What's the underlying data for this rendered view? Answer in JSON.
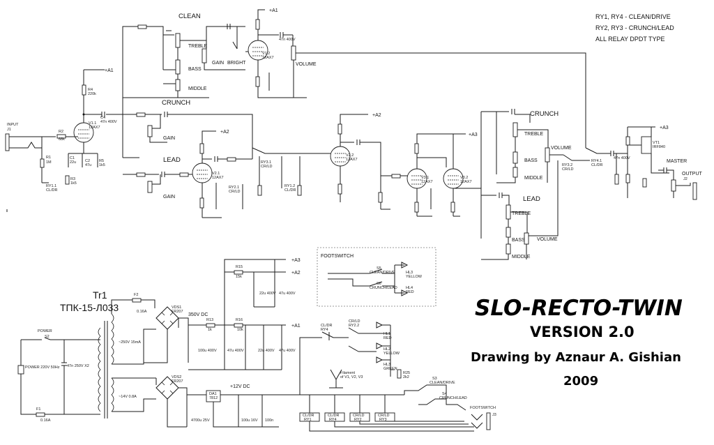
{
  "notes": [
    "RY1, RY4 - CLEAN/DRIVE",
    "RY2, RY3 - CRUNCH/LEAD",
    "ALL RELAY DPDT TYPE"
  ],
  "title": {
    "name": "SLO-RECTO-TWIN",
    "version": "VERSION 2.0",
    "author": "Drawing by Aznaur A. Gishian",
    "year": "2009"
  },
  "sections": {
    "clean": "CLEAN",
    "crunch_pre": "CRUNCH",
    "lead_pre": "LEAD",
    "crunch_post": "CRUNCH",
    "lead_post": "LEAD",
    "footswitch": "FOOTSWITCH"
  },
  "supply": {
    "a1_top": "+A1",
    "a1_v1": "+A1",
    "a2_v2": "+A2",
    "a2_v3": "+A2",
    "a3_v3": "+A3",
    "a3_out": "+A3",
    "a3_ps": "+A3",
    "a2_ps": "+A2",
    "a1_ps": "+A1",
    "hv": "350V DC",
    "lv": "+12V DC"
  },
  "transformer": {
    "ref": "Tr1",
    "type": "ТПК-15-Л033",
    "sec1": "~250V 15mA",
    "sec2": "~14V 0.8A"
  },
  "controls": {
    "gain_clean": "GAIN",
    "bright": "BRIGHT",
    "treble_clean": "TREBLE",
    "bass_clean": "BASS",
    "middle_clean": "MIDDLE",
    "volume_clean": "VOLUME",
    "gain_crunch": "GAIN",
    "gain_lead": "GAIN",
    "treble_crunch": "TREBLE",
    "bass_crunch": "BASS",
    "middle_crunch": "MIDDLE",
    "volume_crunch": "VOLUME",
    "treble_lead": "TREBLE",
    "bass_lead": "BASS",
    "middle_lead": "MIDDLE",
    "volume_lead": "VOLUME",
    "master": "MASTER",
    "output": "OUTPUT",
    "input": "INPUT",
    "power": "POWER",
    "footswitch_jack": "FOOTSWITCH"
  },
  "components": {
    "j1": "J1",
    "j2": "J2",
    "j3": "J3",
    "r2": "R2",
    "r2v": "68k",
    "r1": "R1",
    "r1v": "1M",
    "v11": "V1.1",
    "v11t": "12AX7",
    "v12": "V1.2",
    "v12t": "12AX7",
    "v21": "V2.1",
    "v21t": "12AX7",
    "v22": "V2.2",
    "v22t": "12AX7",
    "v31": "V3.1",
    "v31t": "12AX7",
    "v32": "V3.2",
    "v32t": "12AX7",
    "vt1": "VT1",
    "vt1t": "IRF840",
    "c4": "C4",
    "c4v": "47n 400V",
    "r4": "R4",
    "r4v": "220k",
    "c1": "C1",
    "c1v": "22u",
    "c2": "C2",
    "c2v": "47u",
    "r3": "R3",
    "r3v": "1k5",
    "r5": "R5",
    "r5v": "1k5",
    "ry11": "RY1.1",
    "ry11s": "CL/DR",
    "ry12": "RY1.2",
    "ry12s": "CL/DR",
    "ry21": "RY2.1",
    "ry21s": "CR/LD",
    "ry31": "RY3.1",
    "ry31s": "CR/LD",
    "ry32": "RY3.2",
    "ry32s": "CR/LD",
    "ry41": "RY4.1",
    "ry41s": "CL/DR",
    "f1": "F1",
    "f1v": "0.16A",
    "f2": "F2",
    "f2v": "0.16A",
    "vds1": "VDS1",
    "vds1t": "FR207",
    "vds2": "VDS2",
    "vds2t": "FR207",
    "s2": "S2",
    "s2v": "POWER 220V 50Hz",
    "c2ac": "47n 250V X2",
    "da1": "DA1",
    "da1t": "7812",
    "c14v": "100u 400V",
    "c17v": "47u 400V",
    "c19v": "22u 400V",
    "c24v": "47u 400V",
    "c20v": "22u 400V",
    "c25v": "47u 400V",
    "c12v": "4700u 25V",
    "c18v": "100u 16V",
    "c22v": "100n",
    "r13": "R13",
    "r13v": "1k",
    "r15": "R15",
    "r15v": "15k",
    "r16": "R16",
    "r16v": "10k",
    "hl1": "HL1",
    "hl1c": "RED",
    "hl2": "HL2",
    "hl2c": "YELLOW",
    "hl3": "HL3",
    "hl3c": "GREEN",
    "hl3f": "HL3",
    "hl3fc": "YELLOW",
    "hl4f": "HL4",
    "hl4fc": "RED",
    "s3": "S3",
    "s3v": "CLEAN/DRIVE",
    "s4": "S4",
    "s4v": "CRUNCH/LEAD",
    "s5": "S5",
    "s5v": "CLEAN/DRIVE",
    "s6": "S6",
    "s6v": "CRUNCH/LEAD",
    "ry1": "RY1",
    "ry1s": "CL/DR",
    "ry2": "RY2",
    "ry2s": "CR/LD",
    "ry3": "RY3",
    "ry3s": "CR/LD",
    "ry4": "RY4",
    "ry4s": "CL/DR",
    "filament": "Filament",
    "filament2": "of V1, V2, V3",
    "ry12b": "RY1.2",
    "ry22": "RY2.2",
    "clr": "CL/DR",
    "crl": "CR/LD",
    "r25": "R25",
    "r25v": "2k2"
  }
}
